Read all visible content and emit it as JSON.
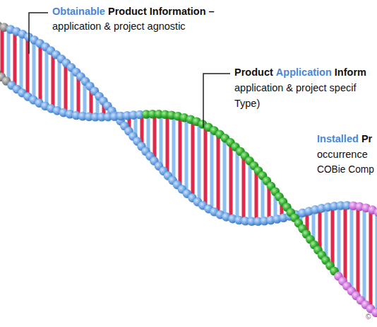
{
  "diagram": {
    "labels": [
      "Obtainable",
      "Product Information –",
      "application & project agnostic",
      "Product",
      "Application",
      "Inform",
      "application & project specif",
      "Type)",
      "Installed",
      "Pr",
      "occurrence",
      "COBie Comp",
      "©"
    ]
  }
}
